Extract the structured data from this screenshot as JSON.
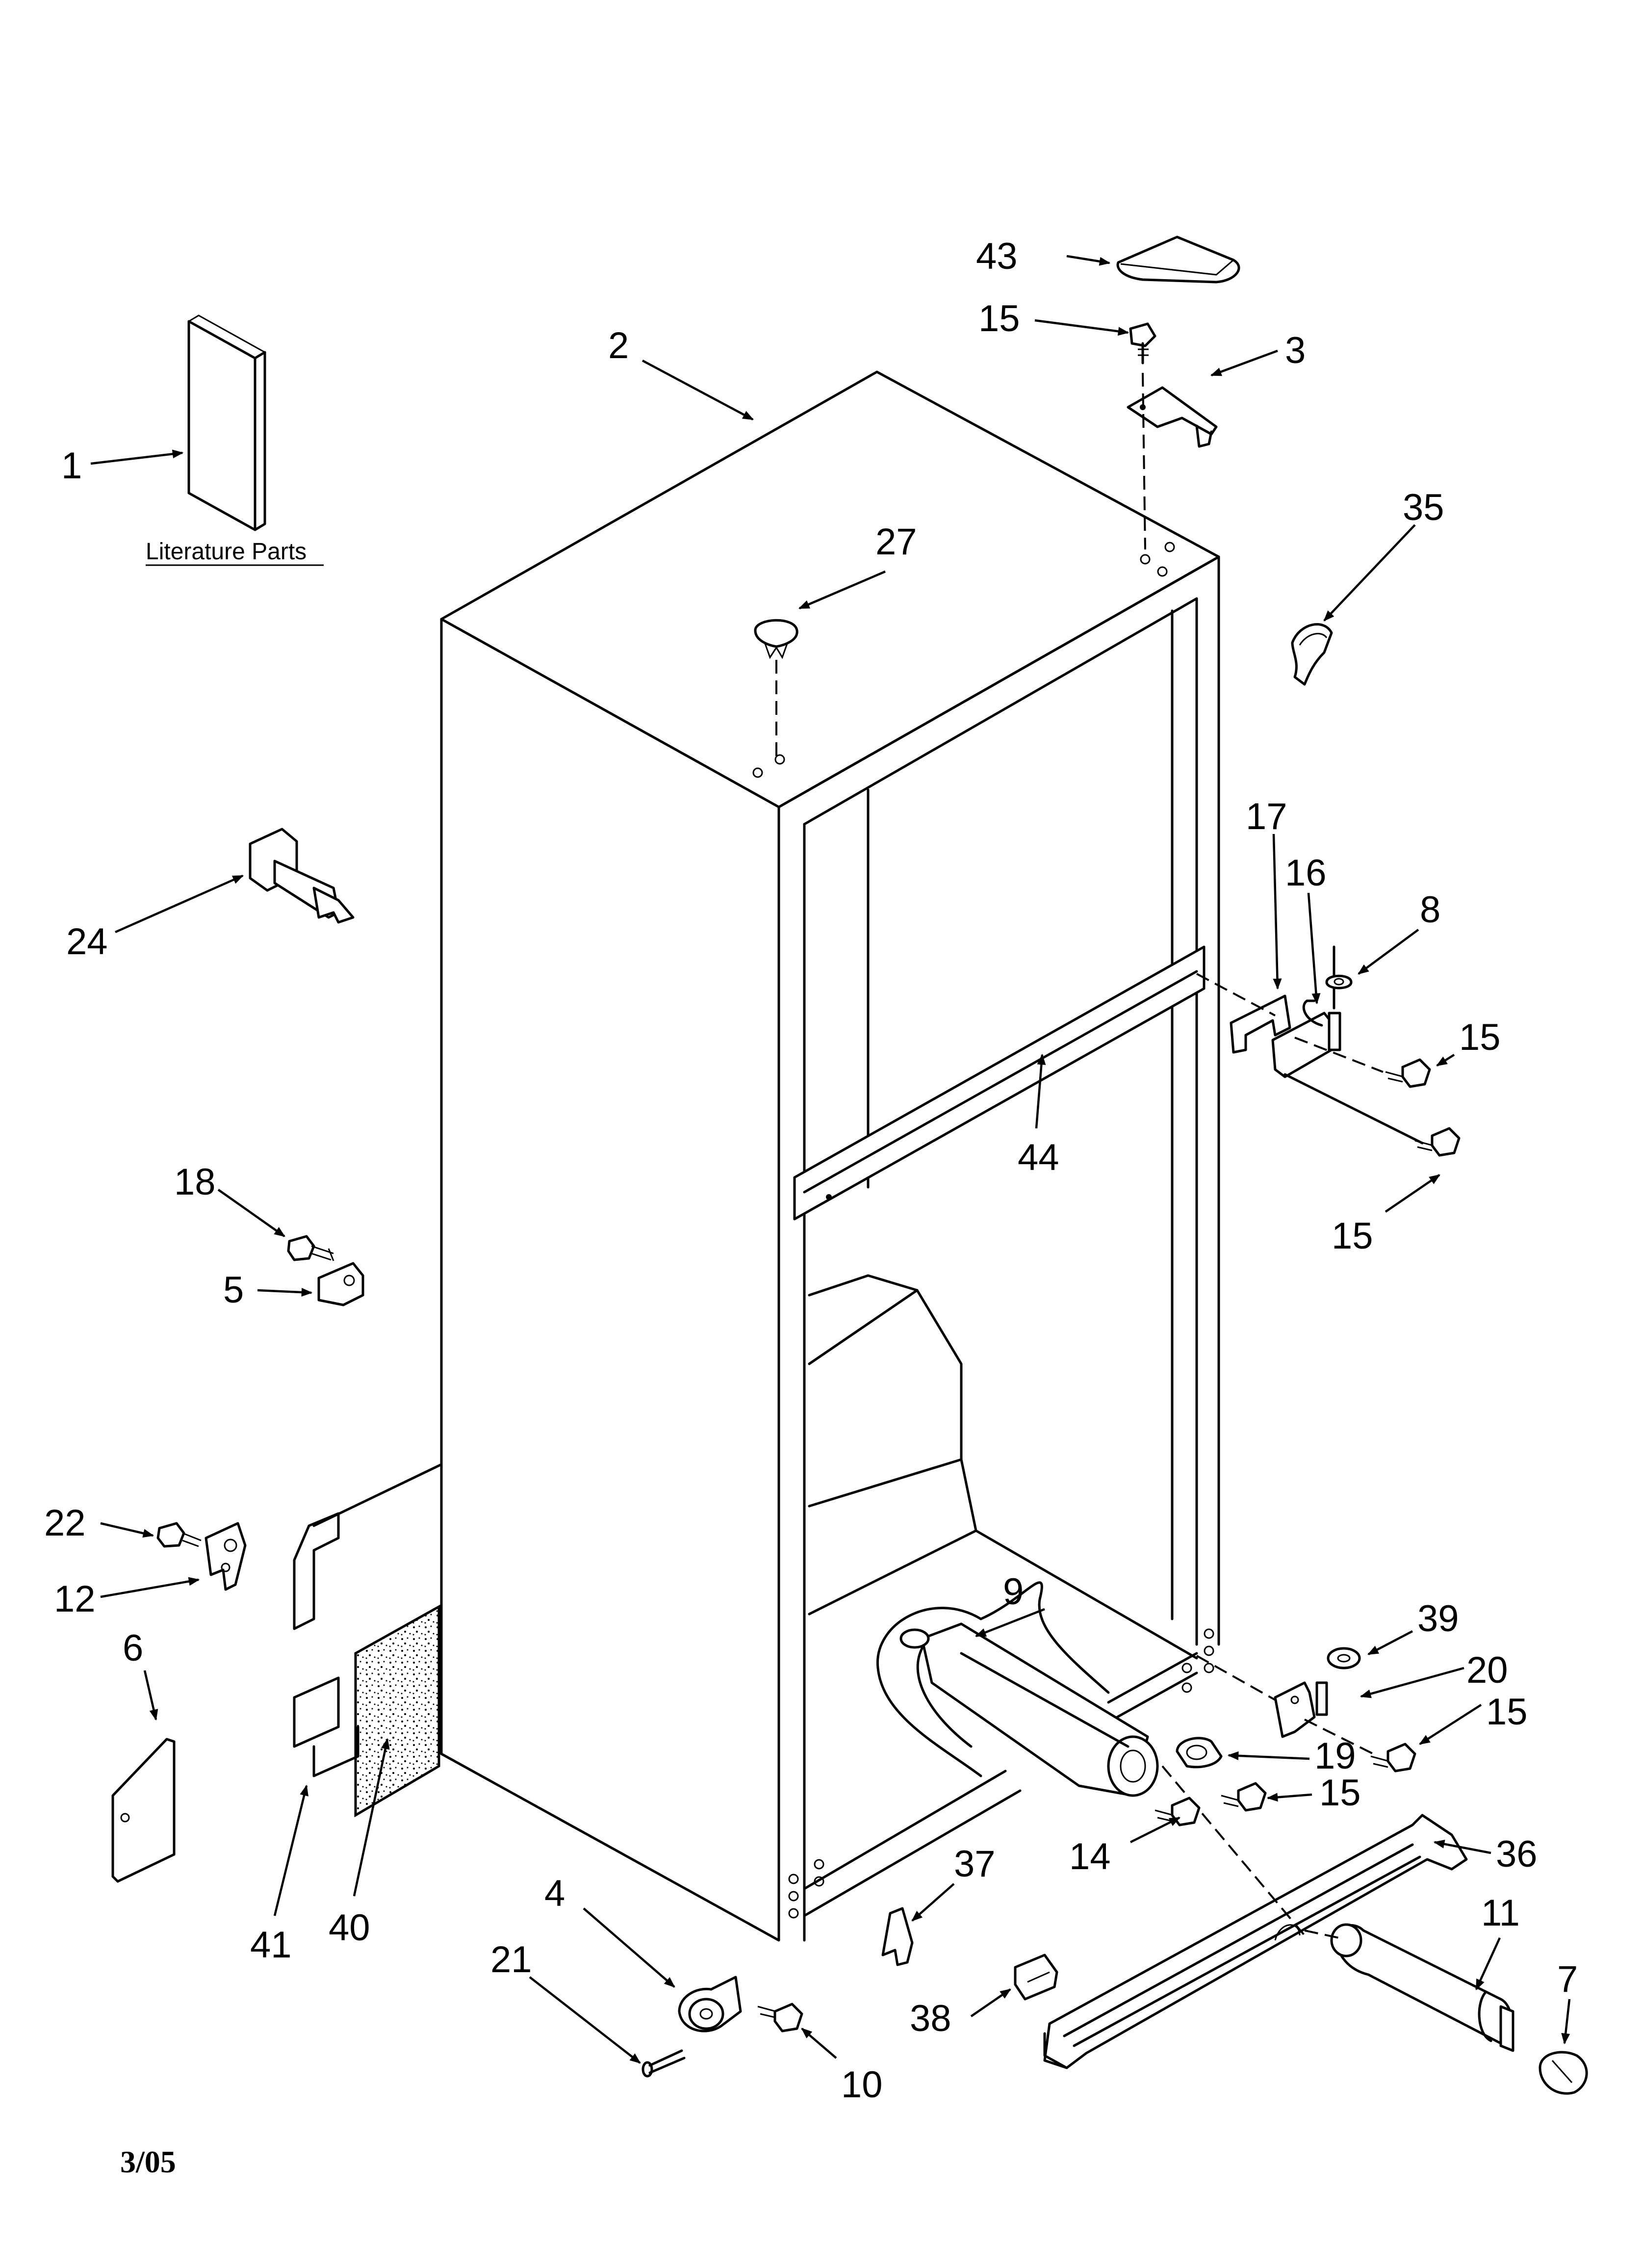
{
  "diagram": {
    "literature_label": "Literature Parts",
    "date_code": "3/05",
    "callouts": [
      {
        "id": "c-1",
        "label": "1"
      },
      {
        "id": "c-2",
        "label": "2"
      },
      {
        "id": "c-3",
        "label": "3"
      },
      {
        "id": "c-4",
        "label": "4"
      },
      {
        "id": "c-5",
        "label": "5"
      },
      {
        "id": "c-6",
        "label": "6"
      },
      {
        "id": "c-7",
        "label": "7"
      },
      {
        "id": "c-8",
        "label": "8"
      },
      {
        "id": "c-9",
        "label": "9"
      },
      {
        "id": "c-10",
        "label": "10"
      },
      {
        "id": "c-11",
        "label": "11"
      },
      {
        "id": "c-12",
        "label": "12"
      },
      {
        "id": "c-14",
        "label": "14"
      },
      {
        "id": "c-15a",
        "label": "15"
      },
      {
        "id": "c-15b",
        "label": "15"
      },
      {
        "id": "c-15c",
        "label": "15"
      },
      {
        "id": "c-15d",
        "label": "15"
      },
      {
        "id": "c-15e",
        "label": "15"
      },
      {
        "id": "c-16",
        "label": "16"
      },
      {
        "id": "c-17",
        "label": "17"
      },
      {
        "id": "c-18",
        "label": "18"
      },
      {
        "id": "c-19",
        "label": "19"
      },
      {
        "id": "c-20",
        "label": "20"
      },
      {
        "id": "c-21",
        "label": "21"
      },
      {
        "id": "c-22",
        "label": "22"
      },
      {
        "id": "c-24",
        "label": "24"
      },
      {
        "id": "c-27",
        "label": "27"
      },
      {
        "id": "c-35",
        "label": "35"
      },
      {
        "id": "c-36",
        "label": "36"
      },
      {
        "id": "c-37",
        "label": "37"
      },
      {
        "id": "c-38",
        "label": "38"
      },
      {
        "id": "c-39",
        "label": "39"
      },
      {
        "id": "c-40",
        "label": "40"
      },
      {
        "id": "c-41",
        "label": "41"
      },
      {
        "id": "c-43",
        "label": "43"
      },
      {
        "id": "c-44",
        "label": "44"
      }
    ]
  }
}
